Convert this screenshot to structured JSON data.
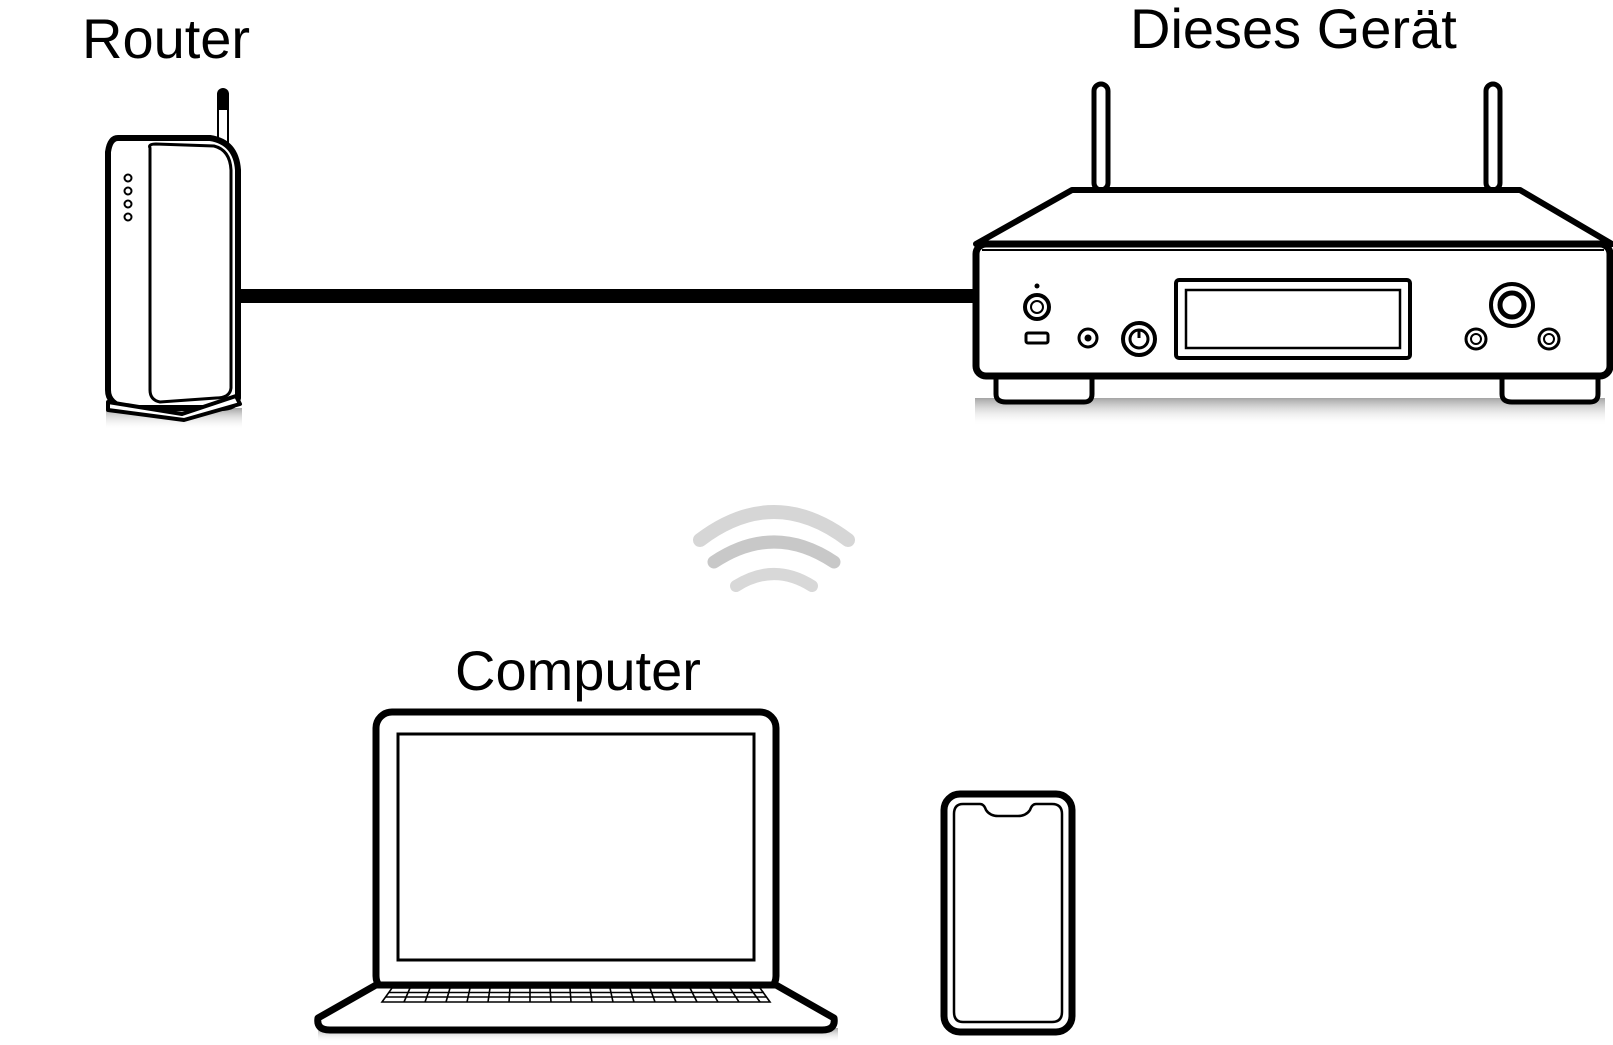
{
  "labels": {
    "router": "Router",
    "device": "Dieses Gerät",
    "computer": "Computer"
  },
  "colors": {
    "stroke": "#000000",
    "fill": "#ffffff",
    "shadow": "#cfcfcf",
    "wifi": "#bdbdbd"
  },
  "icons": {
    "router": "router-icon",
    "device": "network-player-icon",
    "wifi": "wifi-signal-icon",
    "laptop": "laptop-icon",
    "phone": "smartphone-icon"
  }
}
